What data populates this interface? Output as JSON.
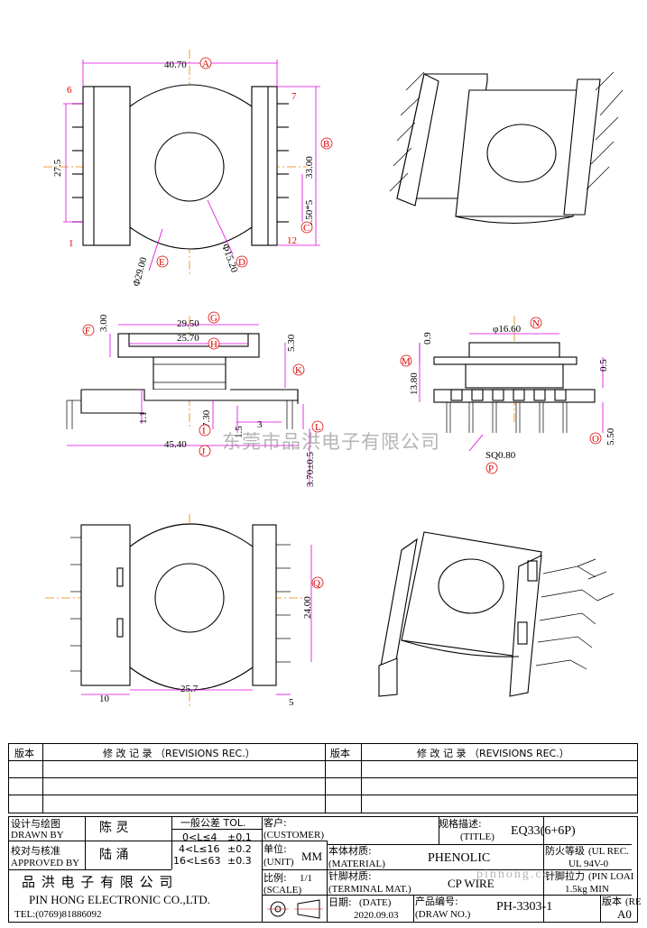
{
  "drawing": {
    "top_view": {
      "width": "40.70",
      "width_tag": "A",
      "pin_span": "27.5",
      "height": "33.00",
      "height_tag": "B",
      "pitch": "5.50*5",
      "pitch_tag": "C",
      "hole": "Φ15.20",
      "hole_tag": "D",
      "round": "Φ29.00",
      "round_tag": "E",
      "pin_1": "1",
      "pin_6": "6",
      "pin_7": "7",
      "pin_12": "12"
    },
    "side_view": {
      "flange": "3.00",
      "flange_tag": "F",
      "top_width": "29.50",
      "top_tag": "G",
      "inner_width": "25.70",
      "inner_tag": "H",
      "height": "5.30",
      "height_tag": "K",
      "base": "1.1",
      "overall": "45.40",
      "overall_tag": "J",
      "pin_len": "7.30",
      "pin_len_tag": "I",
      "tip": "1.5",
      "gap": "3",
      "stand": "L",
      "pin_out": "3.70±0.5"
    },
    "front_view": {
      "diameter": "φ16.60",
      "diameter_tag": "N",
      "offset": "0.9",
      "height": "13.80",
      "height_tag": "M",
      "rib": "0.5",
      "pin": "5.50",
      "pin_tag": "O",
      "square": "SQ0.80",
      "square_tag": "P"
    },
    "bottom_view": {
      "span": "24.00",
      "span_tag": "Q",
      "left": "10",
      "width": "25.7",
      "right": "5"
    }
  },
  "watermark": "东莞市品洪电子有限公司",
  "revisions": {
    "col_version": "版本",
    "col_record": "修 改 记 录 （REVISIONS REC.）"
  },
  "title_block": {
    "drawn_cn": "设计与绘图",
    "drawn_en": "DRAWN BY",
    "drawn_name": "陈 灵",
    "approved_cn": "校对与核准",
    "approved_en": "APPROVED BY",
    "approved_name": "陆 涌",
    "tol_title": "一般公差 TOL.",
    "tol_1": "0<L≤4",
    "tol_1v": "±0.1",
    "tol_2": "4<L≤16",
    "tol_2v": "±0.2",
    "tol_3": "16<L≤63",
    "tol_3v": "±0.3",
    "company_cn": "品 洪 电 子 有 限 公 司",
    "company_en": "PIN HONG ELECTRONIC CO.,LTD.",
    "tel": "TEL:(0769)81886092",
    "customer_cn": "客户:",
    "customer_en": "(CUSTOMER)",
    "unit_cn": "单位:",
    "unit_en": "(UNIT)",
    "unit_val": "MM",
    "scale_cn": "比例:",
    "scale_en": "(SCALE)",
    "scale_val": "1/1",
    "material_cn": "本体材质:",
    "material_en": "(MATERIAL)",
    "material_val": "PHENOLIC",
    "terminal_cn": "针脚材质:",
    "terminal_en": "(TERMINAL MAT.)",
    "terminal_val": "CP WIRE",
    "date_cn": "日期:",
    "date_en": "(DATE)",
    "date_val": "2020.09.03",
    "title_cn": "规格描述:",
    "title_en": "(TITLE)",
    "title_val": "EQ33(6+6P)",
    "fire_cn": "防火等级",
    "fire_en": "(UL REC.",
    "fire_val": "UL 94V-0",
    "pin_load_cn": "针脚拉力",
    "pin_load_en": "(PIN LOAI",
    "pin_load_val": "1.5kg MIN",
    "drawno_cn": "产品编号:",
    "drawno_en": "(DRAW NO.)",
    "drawno_val": "PH-3303-1",
    "rev_cn": "版本",
    "rev_en": "(RE",
    "rev_val": "A0",
    "site_watermark": "pinhong.com"
  }
}
